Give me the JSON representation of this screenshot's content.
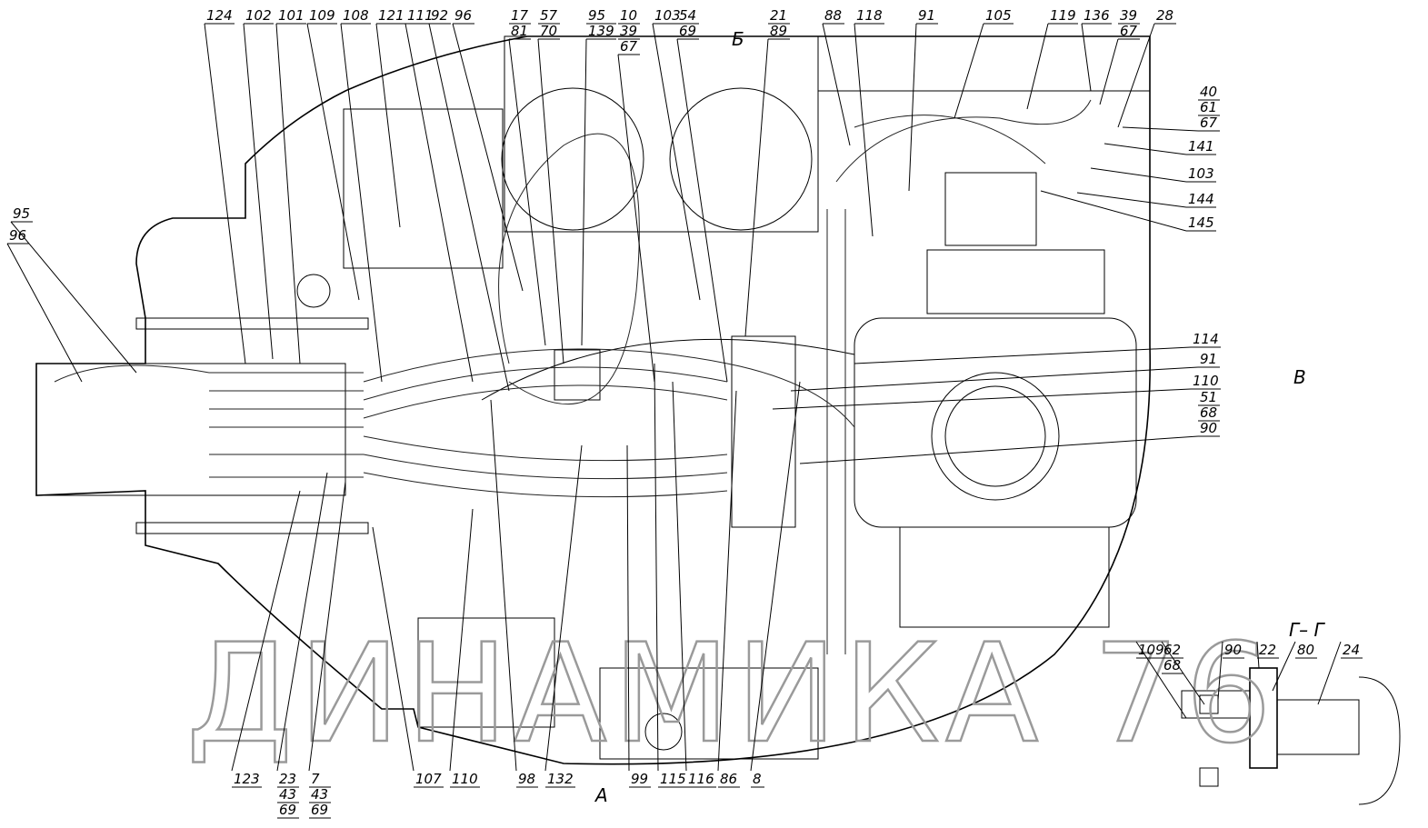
{
  "drawing": {
    "view_markers": {
      "b": "Б",
      "v": "В",
      "a": "А",
      "section": "Г– Г"
    },
    "watermark": "ДИНАМИКА 76",
    "top_labels": [
      [
        "124"
      ],
      [
        "102"
      ],
      [
        "101"
      ],
      [
        "109"
      ],
      [
        "108"
      ],
      [
        "121"
      ],
      [
        "111"
      ],
      [
        "92"
      ],
      [
        "96"
      ],
      [
        "17",
        "81"
      ],
      [
        "57",
        "70"
      ],
      [
        "95",
        "139"
      ],
      [
        "10",
        "39",
        "67"
      ],
      [
        "103"
      ],
      [
        "54",
        "69"
      ],
      [
        "21",
        "89"
      ],
      [
        "88"
      ],
      [
        "118"
      ],
      [
        "91"
      ],
      [
        "105"
      ],
      [
        "119"
      ],
      [
        "136"
      ],
      [
        "39",
        "67"
      ],
      [
        "28"
      ]
    ],
    "right_labels": [
      [
        "40",
        "61",
        "67"
      ],
      [
        "141"
      ],
      [
        "103"
      ],
      [
        "144"
      ],
      [
        "145"
      ],
      [
        "114"
      ],
      [
        "91"
      ],
      [
        "110"
      ],
      [
        "51",
        "68",
        "90"
      ]
    ],
    "left_labels": [
      [
        "95"
      ],
      [
        "96"
      ]
    ],
    "bottom_labels": [
      [
        "123"
      ],
      [
        "23",
        "43",
        "69"
      ],
      [
        "7",
        "43",
        "69"
      ],
      [
        "107"
      ],
      [
        "110"
      ],
      [
        "98"
      ],
      [
        "132"
      ],
      [
        "99"
      ],
      [
        "115"
      ],
      [
        "116"
      ],
      [
        "86"
      ],
      [
        "8"
      ]
    ],
    "section_labels": [
      [
        "109"
      ],
      [
        "62",
        "68"
      ],
      [
        "90"
      ],
      [
        "22"
      ],
      [
        "80"
      ],
      [
        "24"
      ]
    ]
  }
}
